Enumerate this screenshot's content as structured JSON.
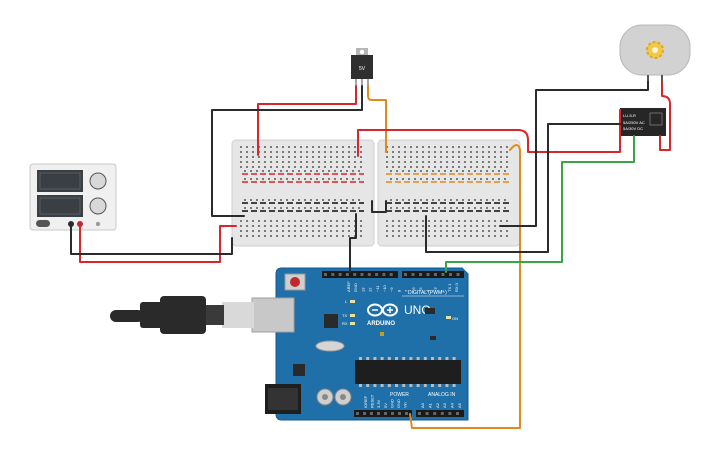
{
  "regulator": {
    "label": "5V"
  },
  "relay": {
    "model": "LU-5-R",
    "spec_line1": "5A/250V AC",
    "spec_line2": "5A/30V DC"
  },
  "arduino": {
    "brand": "ARDUINO",
    "model": "UNO",
    "digital_header": "DIGITAL (PWM~)",
    "power_header": "POWER",
    "analog_header": "ANALOG IN",
    "on_label": "ON",
    "led_l": "L",
    "led_tx": "TX",
    "led_rx": "RX",
    "top_pins": [
      "AREF",
      "GND",
      "13",
      "12",
      "~11",
      "~10",
      "~9",
      "8",
      "7",
      "~6",
      "~5",
      "4",
      "~3",
      "2",
      "TX 1",
      "RX 0"
    ],
    "power_pins": [
      "IOREF",
      "RESET",
      "3.3V",
      "5V",
      "GND",
      "GND",
      "Vin"
    ],
    "analog_pins": [
      "A0",
      "A1",
      "A2",
      "A3",
      "A4",
      "A5"
    ]
  },
  "colors": {
    "board": "#1f6fa8",
    "wire_red": "#d9252c",
    "wire_black": "#2b2b2b",
    "wire_orange": "#e08a1e",
    "wire_green": "#3aa447",
    "breadboard": "#e9e9e9"
  }
}
